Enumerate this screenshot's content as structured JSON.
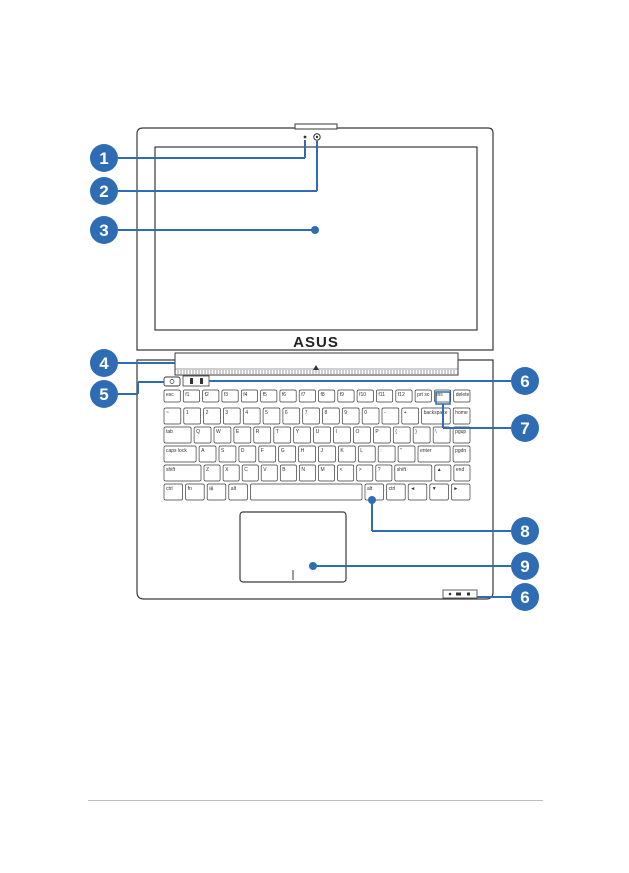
{
  "brand": "ASUS",
  "colors": {
    "callout": "#2e6db4",
    "outline": "#3a3a3a"
  },
  "callouts": [
    {
      "number": "1",
      "part": "microphone"
    },
    {
      "number": "2",
      "part": "camera"
    },
    {
      "number": "3",
      "part": "display"
    },
    {
      "number": "4",
      "part": "hinge"
    },
    {
      "number": "5",
      "part": "power-button"
    },
    {
      "number": "6",
      "part": "status-indicators"
    },
    {
      "number": "7",
      "part": "keyboard"
    },
    {
      "number": "8",
      "part": "touchpad-indicator-key"
    },
    {
      "number": "9",
      "part": "touchpad"
    },
    {
      "number": "6",
      "part": "status-indicators-front"
    }
  ],
  "keyboard": {
    "row1": [
      "esc",
      "f1",
      "f2",
      "f3",
      "f4",
      "f5",
      "f6",
      "f7",
      "f8",
      "f9",
      "f10",
      "f11",
      "f12",
      "prt sc",
      "ins",
      "delete"
    ],
    "row2": [
      "~",
      "1",
      "2",
      "3",
      "4",
      "5",
      "6",
      "7",
      "8",
      "9",
      "0",
      "-",
      "+",
      "backspace",
      "home"
    ],
    "row3": [
      "tab",
      "Q",
      "W",
      "E",
      "R",
      "T",
      "Y",
      "U",
      "I",
      "O",
      "P",
      "{",
      "}",
      "\\",
      "pgup"
    ],
    "row4": [
      "caps lock",
      "A",
      "S",
      "D",
      "F",
      "G",
      "H",
      "J",
      "K",
      "L",
      ":",
      "\"",
      "enter",
      "pgdn"
    ],
    "row5": [
      "shift",
      "Z",
      "X",
      "C",
      "V",
      "B",
      "N",
      "M",
      "<",
      ">",
      "?",
      "shift",
      "▲",
      "end"
    ],
    "row6": [
      "ctrl",
      "fn",
      "⊞",
      "alt",
      "",
      "alt",
      "ctrl",
      "◄",
      "▼",
      "►"
    ]
  }
}
